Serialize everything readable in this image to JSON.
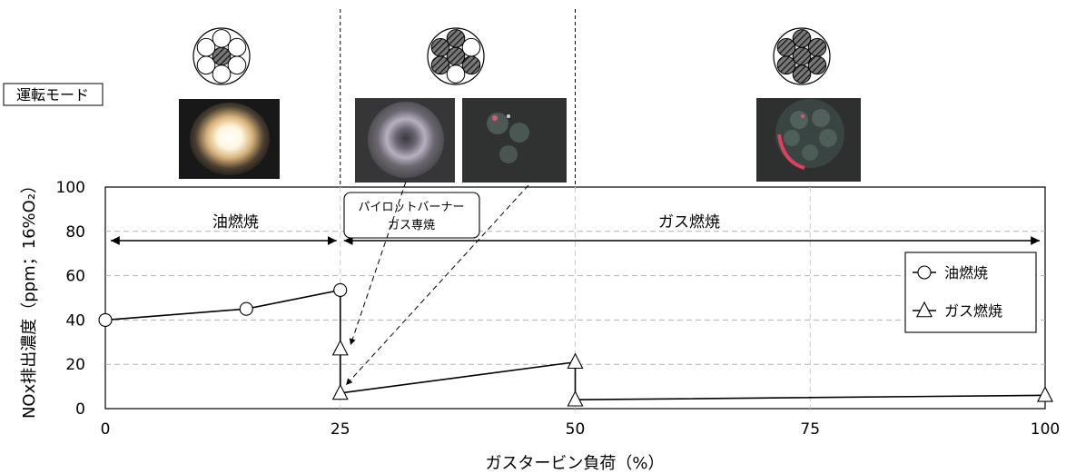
{
  "chart_data": {
    "type": "line",
    "xlabel": "ガスタービン負荷（%）",
    "ylabel": "NOx排出濃度（ppm；16%O₂）",
    "xlim": [
      0,
      100
    ],
    "ylim": [
      0,
      100
    ],
    "x_ticks": [
      0,
      25,
      50,
      75,
      100
    ],
    "y_ticks": [
      0,
      20,
      40,
      60,
      80,
      100
    ],
    "x_tick_labels": [
      "0",
      "25",
      "50",
      "75",
      "100"
    ],
    "y_tick_labels": [
      "0",
      "20",
      "40",
      "60",
      "80",
      "100"
    ],
    "grid": "horizontal-dashed",
    "legend_position": "right",
    "series": [
      {
        "name": "油燃焼",
        "marker": "circle",
        "color": "#000000",
        "x": [
          0,
          15,
          25,
          25
        ],
        "y": [
          40,
          45,
          53.5,
          7
        ]
      },
      {
        "name": "ガス燃焼",
        "marker": "triangle",
        "color": "#000000",
        "x": [
          25,
          25,
          50,
          50,
          100
        ],
        "y": [
          27,
          7,
          21,
          4,
          6
        ]
      }
    ],
    "mode_label": "運転モード",
    "regions": [
      {
        "label": "油燃焼",
        "x_start": 0,
        "x_end": 25
      },
      {
        "label": "ガス燃焼",
        "x_start": 25,
        "x_end": 100
      }
    ],
    "pilot_label": [
      "パイロットバーナー",
      "ガス専焼"
    ],
    "separators_x": [
      25,
      50
    ]
  }
}
